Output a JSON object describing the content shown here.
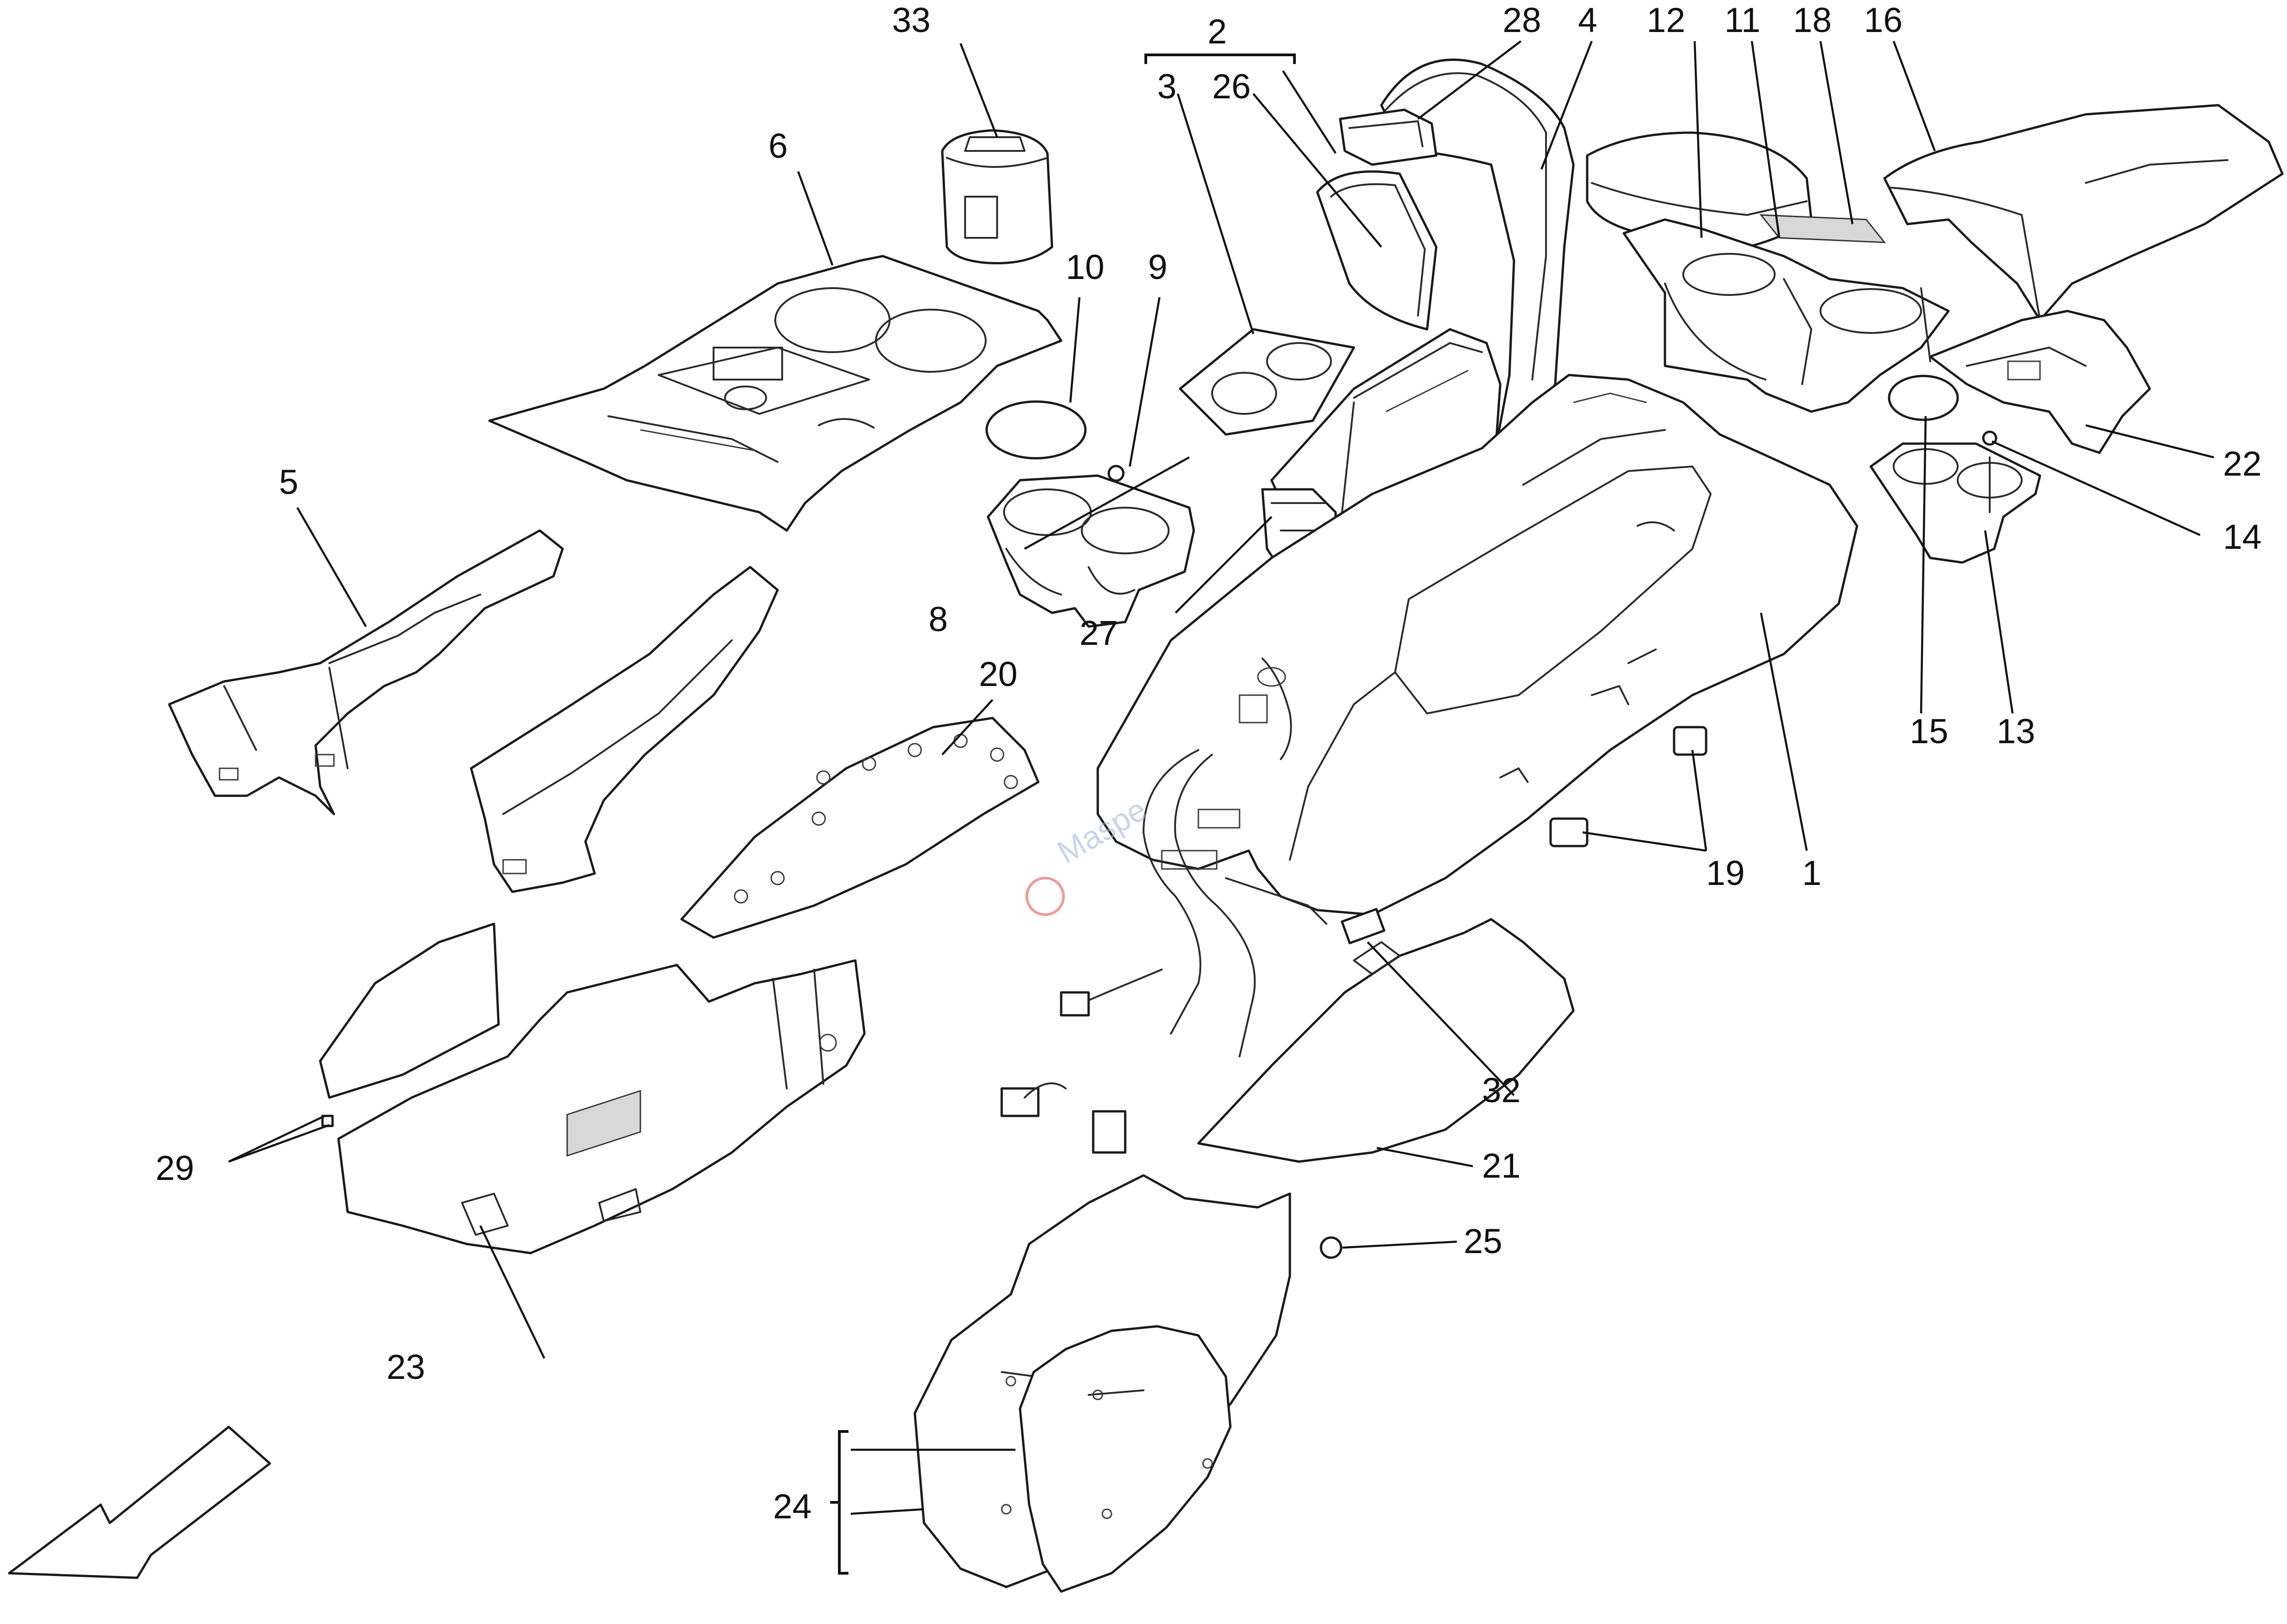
{
  "callouts": {
    "c1": "1",
    "c2": "2",
    "c3": "3",
    "c4": "4",
    "c5": "5",
    "c6": "6",
    "c8": "8",
    "c9": "9",
    "c10": "10",
    "c11": "11",
    "c12": "12",
    "c13": "13",
    "c14": "14",
    "c15": "15",
    "c16": "16",
    "c18": "18",
    "c19": "19",
    "c20": "20",
    "c21": "21",
    "c22": "22",
    "c23": "23",
    "c24": "24",
    "c25": "25",
    "c26": "26",
    "c27": "27",
    "c28": "28",
    "c29": "29",
    "c32": "32",
    "c33": "33"
  },
  "watermark": {
    "text": "Maspe"
  },
  "icons": {
    "direction": "front-direction-arrow-icon"
  }
}
